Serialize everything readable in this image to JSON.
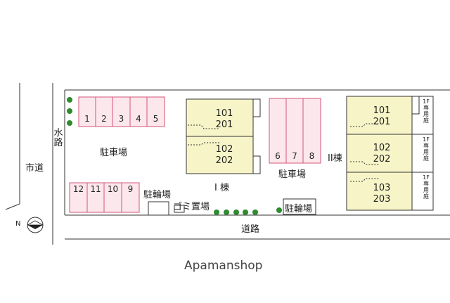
{
  "map": {
    "road_city": "市道",
    "waterway": "水路",
    "road_bottom": "道路",
    "parking_left": "駐車場",
    "parking_center": "駐車場",
    "bike_parking_left": "駐輪場",
    "bike_parking_right": "駐輪場",
    "garbage": "ゴミ置場",
    "building_1": "I 棟",
    "building_2": "II棟",
    "compass": "N",
    "watermark": "Apamanshop",
    "slots_top_left": [
      "1",
      "2",
      "3",
      "4",
      "5"
    ],
    "slots_bottom_left": [
      "12",
      "11",
      "10",
      "9"
    ],
    "slots_center": [
      "6",
      "7",
      "8"
    ],
    "building1_units": [
      "101\n201",
      "102\n202"
    ],
    "building2_units": [
      "101\n201",
      "102\n202",
      "103\n203"
    ],
    "private_garden": "1F専用庭",
    "colors": {
      "building": "#f7f5c8",
      "parking": "#fce8ec",
      "parking_line": "#d2557a",
      "tree": "#2e8b2e",
      "line": "#333333"
    }
  }
}
